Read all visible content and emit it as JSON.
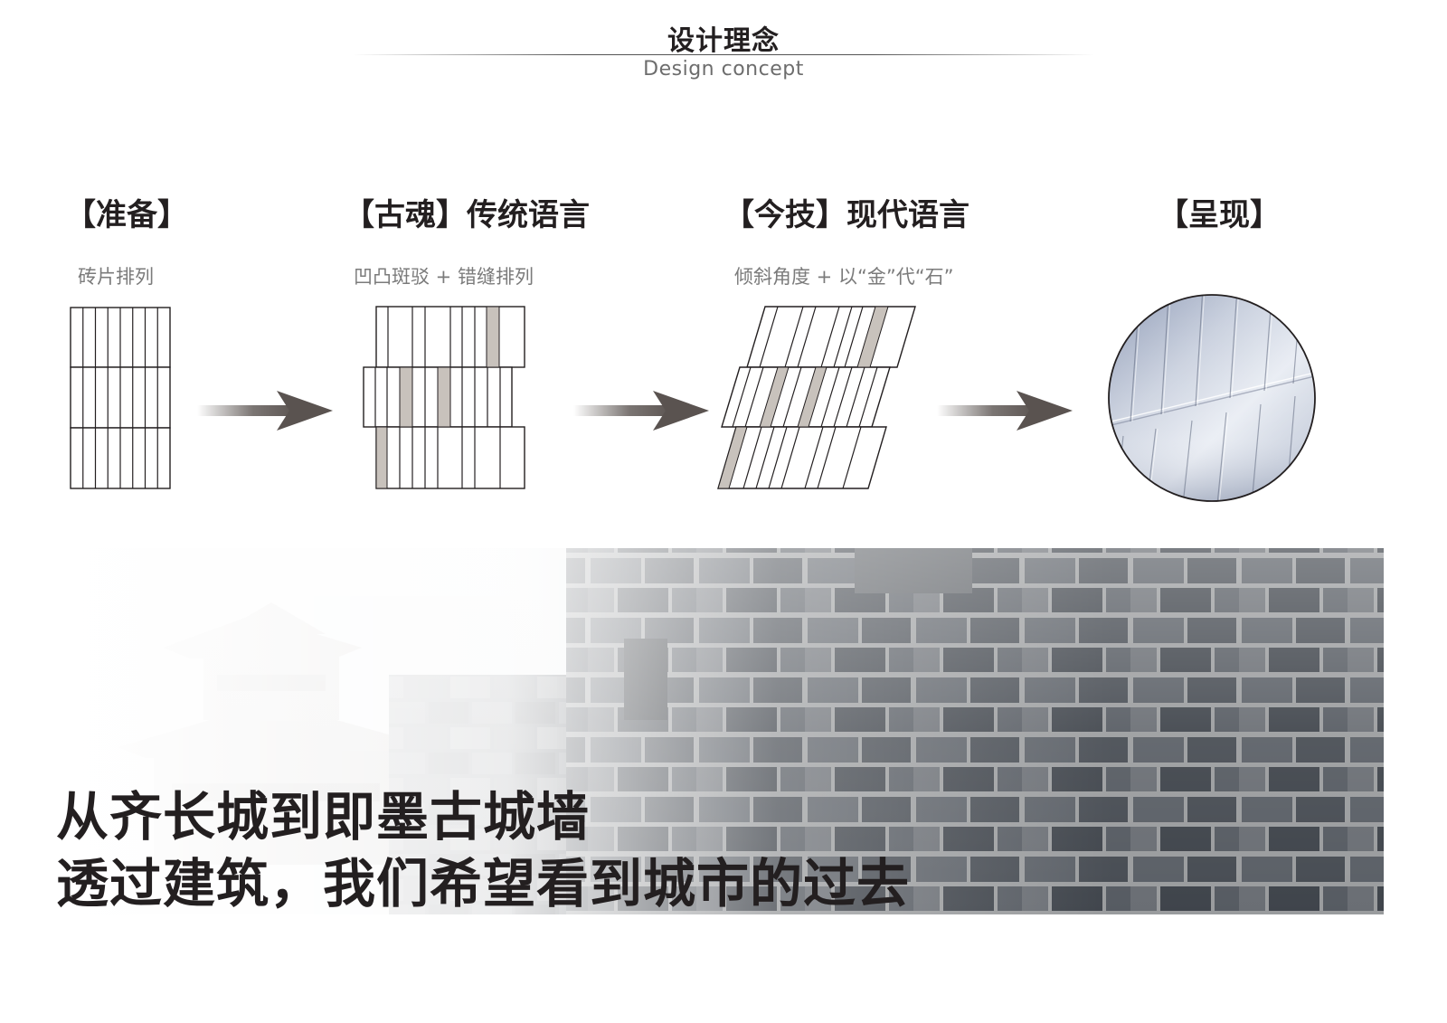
{
  "header": {
    "title_zh": "设计理念",
    "title_en": "Design concept"
  },
  "steps": [
    {
      "heading": "【准备】",
      "subtitle": "砖片排列"
    },
    {
      "heading": "【古魂】传统语言",
      "subtitle": "凹凸斑驳 + 错缝排列"
    },
    {
      "heading": "【今技】现代语言",
      "subtitle": "倾斜角度 + 以“金”代“石”"
    },
    {
      "heading": "【呈现】",
      "subtitle": ""
    }
  ],
  "slogan": {
    "line1": "从齐长城到即墨古城墙",
    "line2": "透过建筑，我们希望看到城市的过去"
  },
  "colors": {
    "text": "#231f20",
    "subtext": "#7b7b7b",
    "arrow": "#5a5350",
    "accent_strip": "#c8c2bc"
  },
  "icons": [
    "right-arrow-icon",
    "right-arrow-icon",
    "right-arrow-icon"
  ]
}
